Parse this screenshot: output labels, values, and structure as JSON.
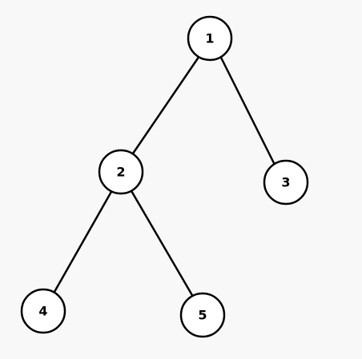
{
  "tree": {
    "nodes": [
      {
        "id": "1",
        "label": "1"
      },
      {
        "id": "2",
        "label": "2"
      },
      {
        "id": "3",
        "label": "3"
      },
      {
        "id": "4",
        "label": "4"
      },
      {
        "id": "5",
        "label": "5"
      }
    ],
    "edges": [
      {
        "from": "1",
        "to": "2"
      },
      {
        "from": "1",
        "to": "3"
      },
      {
        "from": "2",
        "to": "4"
      },
      {
        "from": "2",
        "to": "5"
      }
    ]
  },
  "colors": {
    "background": "#f8f8f8",
    "node_fill": "#ffffff",
    "stroke": "#000000"
  }
}
